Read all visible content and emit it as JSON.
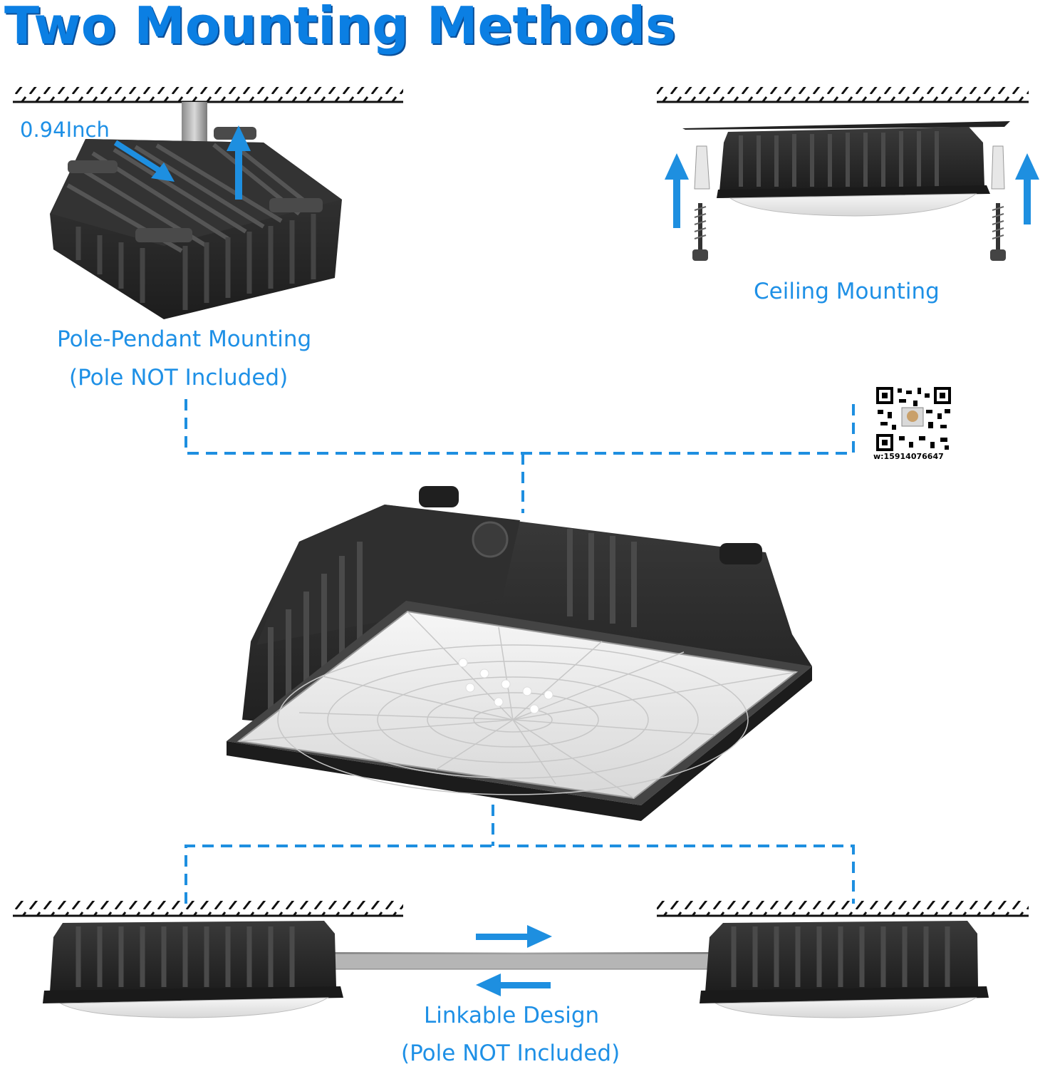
{
  "title": "Two Mounting Methods",
  "dimension_label": "0.94Inch",
  "pole_pendant": {
    "line1": "Pole-Pendant Mounting",
    "line2": "(Pole NOT Included)"
  },
  "ceiling": {
    "label": "Ceiling Mounting"
  },
  "linkable": {
    "line1": "Linkable Design",
    "line2": "(Pole NOT Included)"
  },
  "qr_caption": "w:15914076647",
  "colors": {
    "accent": "#1e90e6",
    "title": "#0b7fe3",
    "housing": "#2b2b2b",
    "dashed_line": "#1e8fe0"
  }
}
